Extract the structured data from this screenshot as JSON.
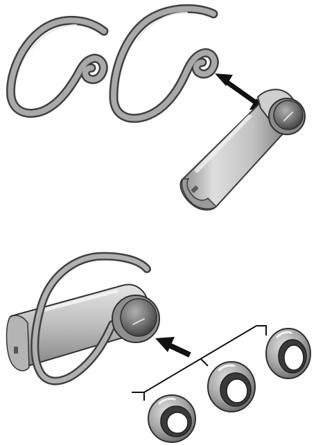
{
  "figure": {
    "panels": [
      {
        "id": "attach-ear-hook",
        "parts": [
          "ear-hook-left",
          "ear-hook-right",
          "headset-body",
          "double-arrow"
        ]
      },
      {
        "id": "fit-eargels",
        "parts": [
          "headset-with-hook",
          "insert-arrow",
          "eargel-small",
          "eargel-medium",
          "eargel-large",
          "bracket-line"
        ]
      }
    ]
  },
  "colors": {
    "hook_stroke": "#3f3f3f",
    "hook_fill": "#a9a9a9",
    "body_light": "#d4d4d4",
    "body_mid": "#a6a6a6",
    "body_dark": "#6e6e6e",
    "arrow": "#111111"
  }
}
